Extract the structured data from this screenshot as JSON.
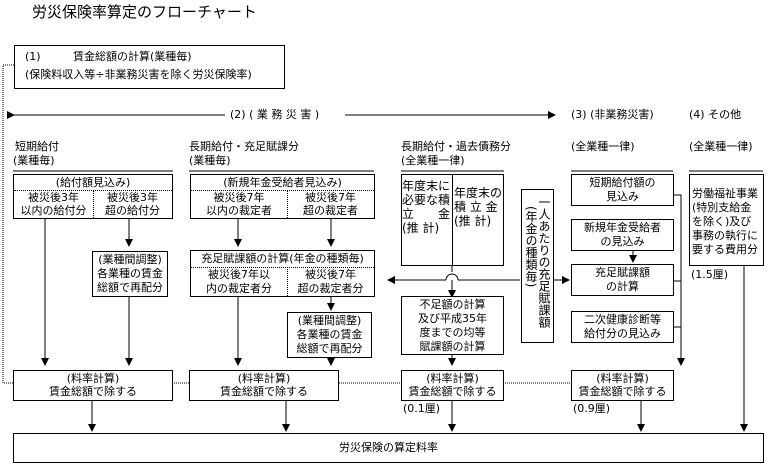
{
  "title": "労災保険率算定のフローチャート",
  "step1": {
    "number": "(1)",
    "heading": "賃金総額の計算(業種毎)",
    "note": "(保険料収入等÷非業務災害を除く労災保険率)"
  },
  "section2_label": "(2) ( 業 務 災 害 )",
  "section3_label": "(3) (非業務災害)",
  "section4_label": "(4) その他",
  "columns": {
    "short_term": {
      "heading": "短期給付",
      "sub": "(業種毎)",
      "estimate_box": {
        "title": "(給付額見込み)",
        "left_line1": "被災後3年",
        "left_line2": "以内の給付分",
        "right_line1": "被災後3年",
        "right_line2": "超の給付分"
      },
      "adjust_box": {
        "line1": "(業種間調整)",
        "line2": "各業種の賃金",
        "line3": "総額で再配分"
      },
      "rate_box": {
        "line1": "(料率計算)",
        "line2": "賃金総額で除する"
      }
    },
    "long_term_sufficiency": {
      "heading": "長期給付・充足賦課分",
      "sub": "(業種毎)",
      "new_recipients_box": {
        "title": "(新規年金受給者見込み)",
        "left_line1": "被災後7年",
        "left_line2": "以内の裁定者",
        "right_line1": "被災後7年",
        "right_line2": "超の裁定者"
      },
      "calc_box": {
        "title": "充足賦課額の計算(年金の種類毎)",
        "left_line1": "被災後7年以",
        "left_line2": "内の裁定者分",
        "right_line1": "被災後7年",
        "right_line2": "超の裁定者分"
      },
      "adjust_box": {
        "line1": "(業種間調整)",
        "line2": "各業種の賃金",
        "line3": "総額で再配分"
      },
      "rate_box": {
        "line1": "(料率計算)",
        "line2": "賃金総額で除する"
      }
    },
    "long_term_past": {
      "heading": "長期給付・過去債務分",
      "sub": "(全業種一律)",
      "reserve_left": [
        "年度末に",
        "必要な積",
        "立　　金",
        "(推 計)"
      ],
      "reserve_right": [
        "年度末の",
        "積 立 金",
        "(推 計)"
      ],
      "shortfall_box": [
        "不足額の計算",
        "及び平成35年",
        "度までの均等",
        "賦課額の計算"
      ],
      "rate_box": {
        "line1": "(料率計算)",
        "line2": "賃金総額で除する"
      },
      "rate_value": "(0.1厘)"
    },
    "per_person": {
      "vertical_main": "一人あたりの充足賦課額",
      "vertical_sub": "(年金の種類毎)"
    },
    "non_work": {
      "sub": "(全業種一律)",
      "short_term_box": [
        "短期給付額の",
        "見込み"
      ],
      "new_recipients_box": [
        "新規年金受給者",
        "の見込み"
      ],
      "sufficiency_box": [
        "充足賦課額",
        "の計算"
      ],
      "health_check_box": [
        "二次健康診断等",
        "給付分の見込み"
      ],
      "rate_box": {
        "line1": "(料率計算)",
        "line2": "賃金総額で除する"
      },
      "rate_value": "(0.9厘)"
    },
    "other": {
      "sub": "(全業種一律)",
      "welfare_box": [
        "労働福祉事業",
        "(特別支給金",
        "を除く)及び",
        "事務の執行に",
        "要する費用分"
      ],
      "rate_value": "(1.5厘)"
    }
  },
  "final_box": "労災保険の算定料率"
}
